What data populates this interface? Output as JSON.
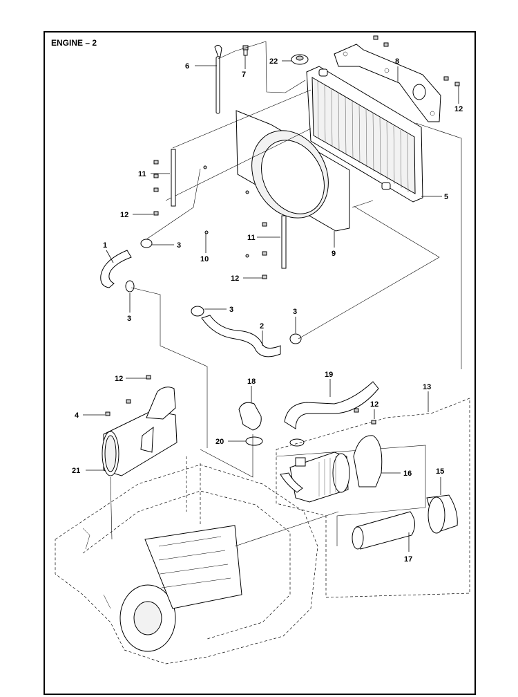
{
  "title": "ENGINE – 2",
  "callouts": [
    {
      "id": "c6",
      "label": "6"
    },
    {
      "id": "c7",
      "label": "7"
    },
    {
      "id": "c22",
      "label": "22"
    },
    {
      "id": "c8",
      "label": "8"
    },
    {
      "id": "c12a",
      "label": "12"
    },
    {
      "id": "c11a",
      "label": "11"
    },
    {
      "id": "c12b",
      "label": "12"
    },
    {
      "id": "c5",
      "label": "5"
    },
    {
      "id": "c1",
      "label": "1"
    },
    {
      "id": "c3a",
      "label": "3"
    },
    {
      "id": "c10",
      "label": "10"
    },
    {
      "id": "c11b",
      "label": "11"
    },
    {
      "id": "c9",
      "label": "9"
    },
    {
      "id": "c12c",
      "label": "12"
    },
    {
      "id": "c3b",
      "label": "3"
    },
    {
      "id": "c3c",
      "label": "3"
    },
    {
      "id": "c3d",
      "label": "3"
    },
    {
      "id": "c2",
      "label": "2"
    },
    {
      "id": "c12d",
      "label": "12"
    },
    {
      "id": "c18",
      "label": "18"
    },
    {
      "id": "c19",
      "label": "19"
    },
    {
      "id": "c13",
      "label": "13"
    },
    {
      "id": "c4",
      "label": "4"
    },
    {
      "id": "c12e",
      "label": "12"
    },
    {
      "id": "c20",
      "label": "20"
    },
    {
      "id": "c16",
      "label": "16"
    },
    {
      "id": "c15",
      "label": "15"
    },
    {
      "id": "c21",
      "label": "21"
    },
    {
      "id": "c17",
      "label": "17"
    }
  ]
}
